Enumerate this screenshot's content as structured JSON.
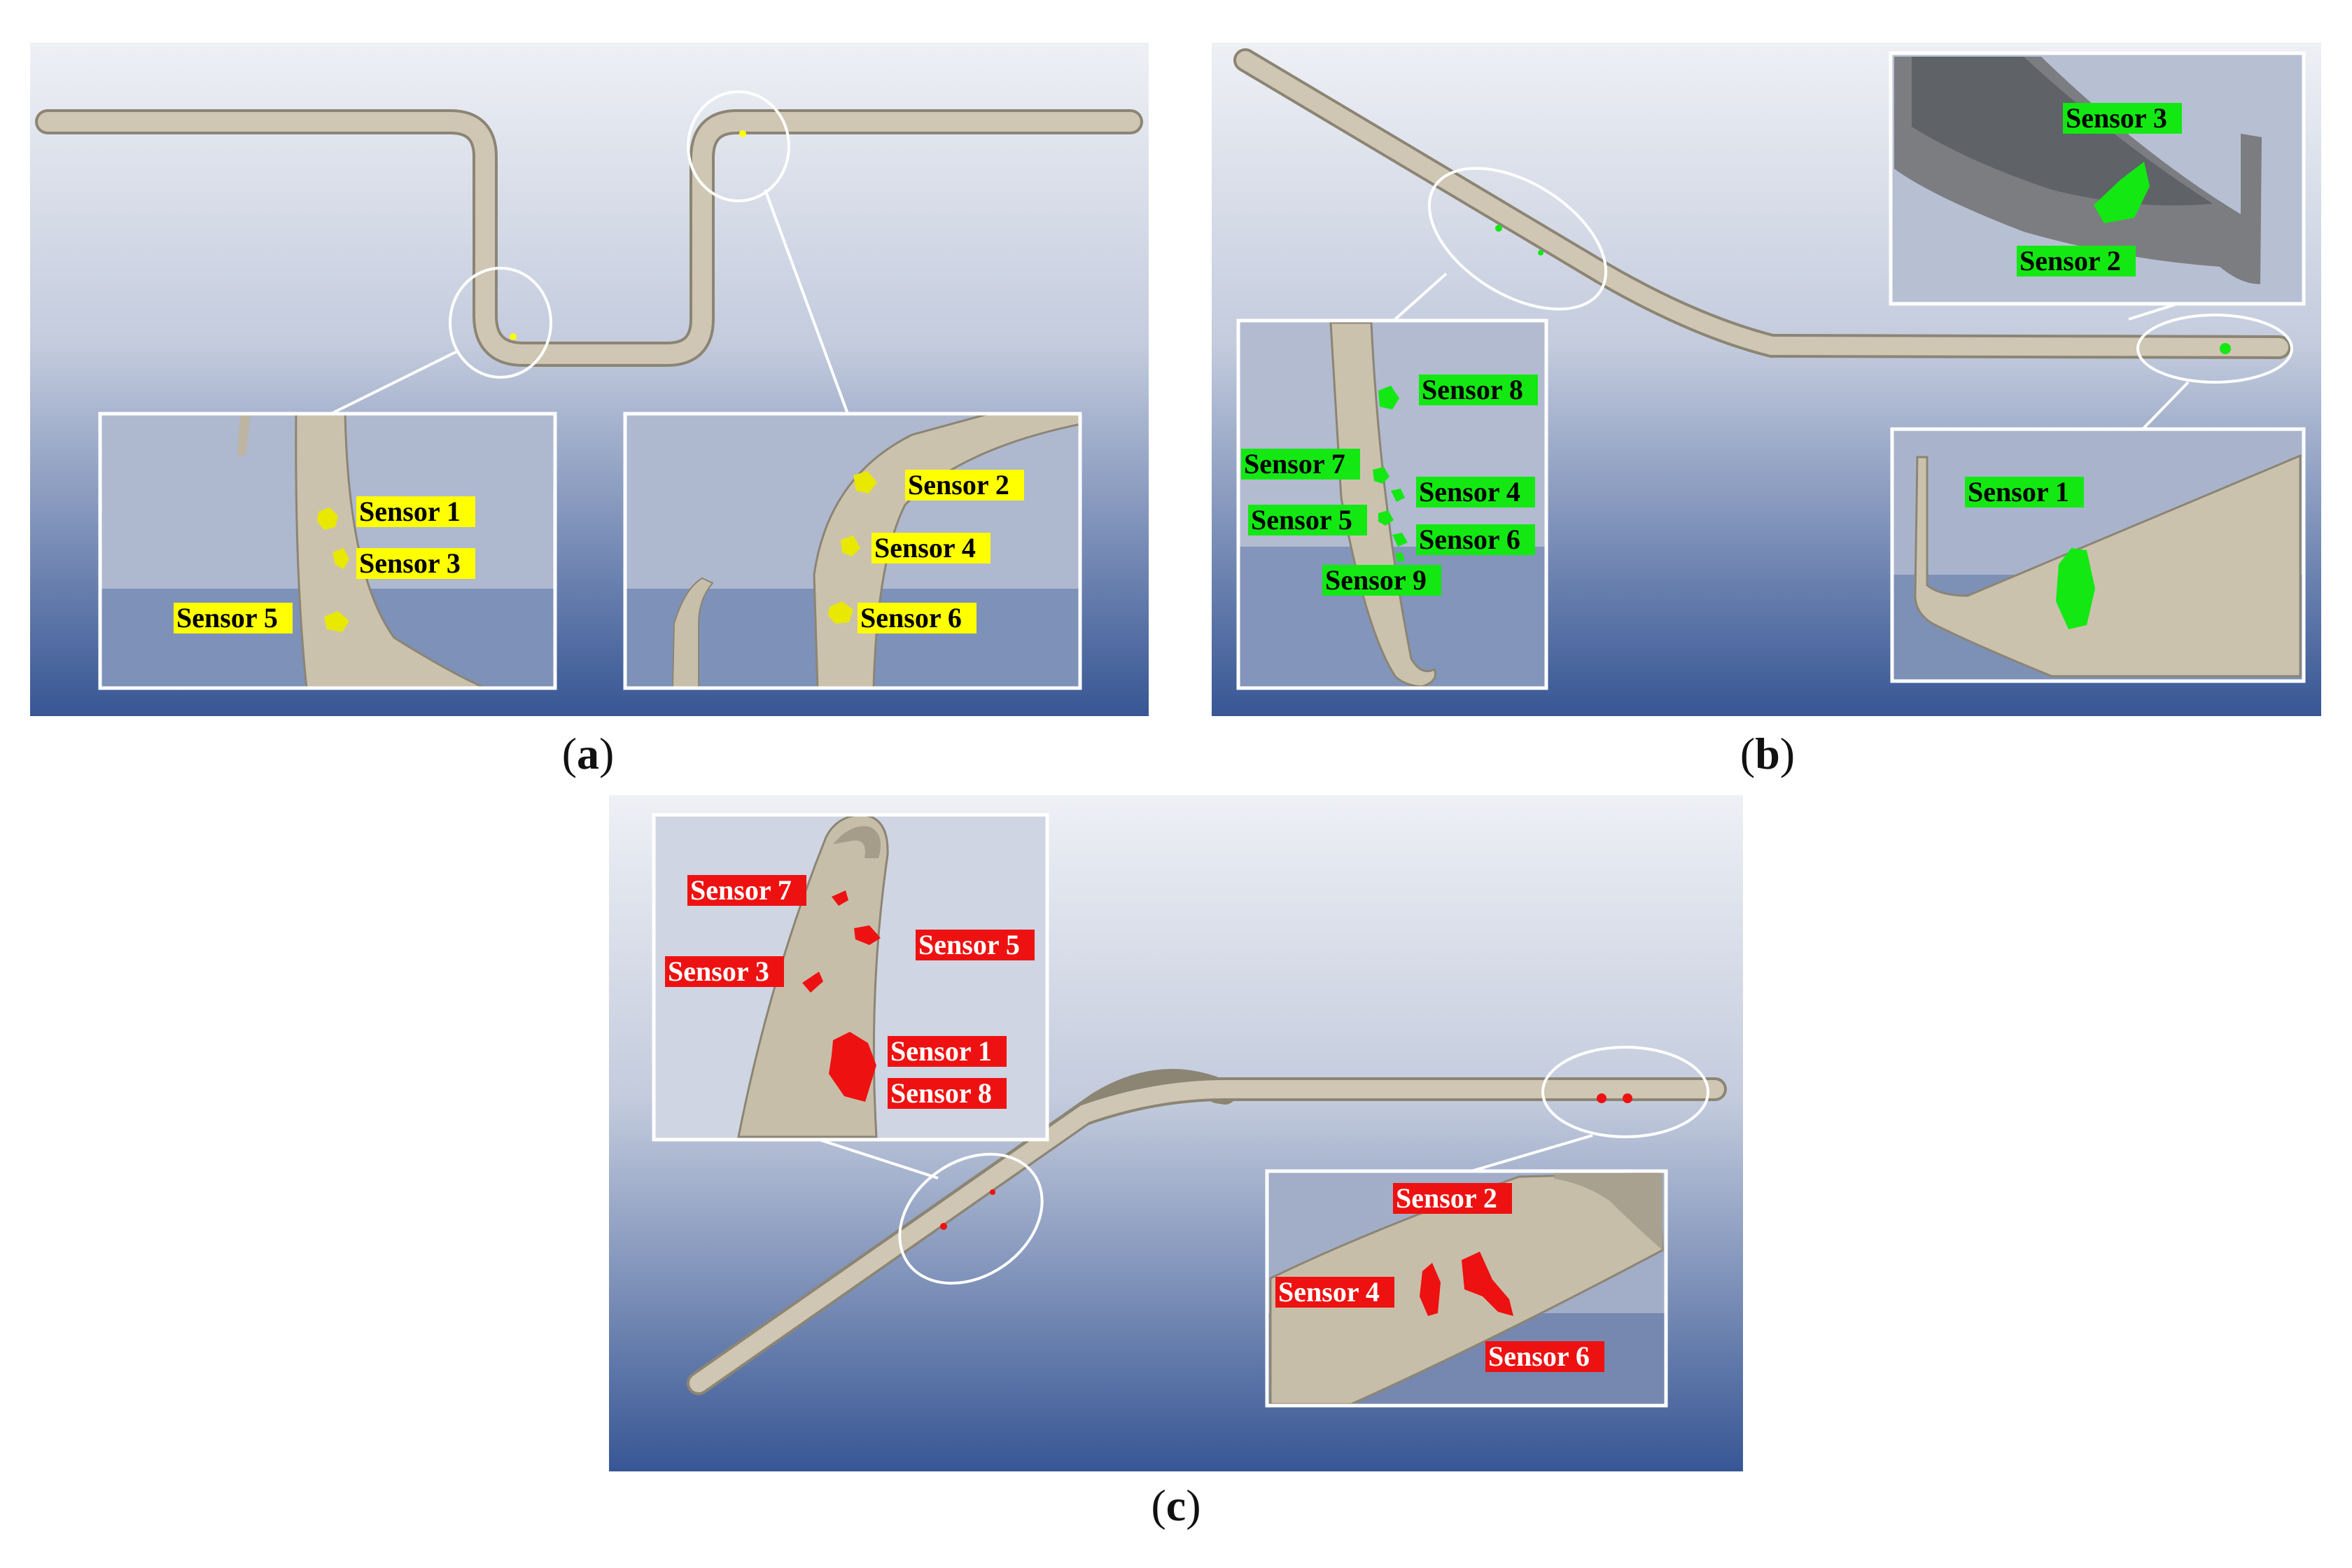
{
  "colors": {
    "bg_top": "#e9ecf3",
    "bg_bottom": "#3c5c99",
    "pipe": "#c9c0ad",
    "pipe_edge": "#8c8574",
    "yellow": "#ffff00",
    "green": "#13e813",
    "red": "#ee1111",
    "callout_line": "#ffffff"
  },
  "panels": {
    "a": {
      "caption_letter": "a",
      "sensor_color": "yellow",
      "zoom_left": {
        "labels": [
          "Sensor 1",
          "Sensor 3",
          "Sensor 5"
        ]
      },
      "zoom_right": {
        "labels": [
          "Sensor 2",
          "Sensor 4",
          "Sensor 6"
        ]
      }
    },
    "b": {
      "caption_letter": "b",
      "sensor_color": "green",
      "zoom_top_right": {
        "labels": [
          "Sensor 3",
          "Sensor 2"
        ]
      },
      "zoom_bottom_right": {
        "labels": [
          "Sensor 1"
        ]
      },
      "zoom_left": {
        "labels": [
          "Sensor 8",
          "Sensor 7",
          "Sensor 4",
          "Sensor 5",
          "Sensor 6",
          "Sensor 9"
        ]
      }
    },
    "c": {
      "caption_letter": "c",
      "sensor_color": "red",
      "zoom_top_left": {
        "labels": [
          "Sensor 7",
          "Sensor 5",
          "Sensor 3",
          "Sensor 1",
          "Sensor 8"
        ]
      },
      "zoom_bottom_right": {
        "labels": [
          "Sensor 2",
          "Sensor 4",
          "Sensor 6"
        ]
      }
    }
  },
  "captions": {
    "a_open": "(",
    "a_close": ")",
    "b_open": "(",
    "b_close": ")",
    "c_open": "(",
    "c_close": ")"
  }
}
